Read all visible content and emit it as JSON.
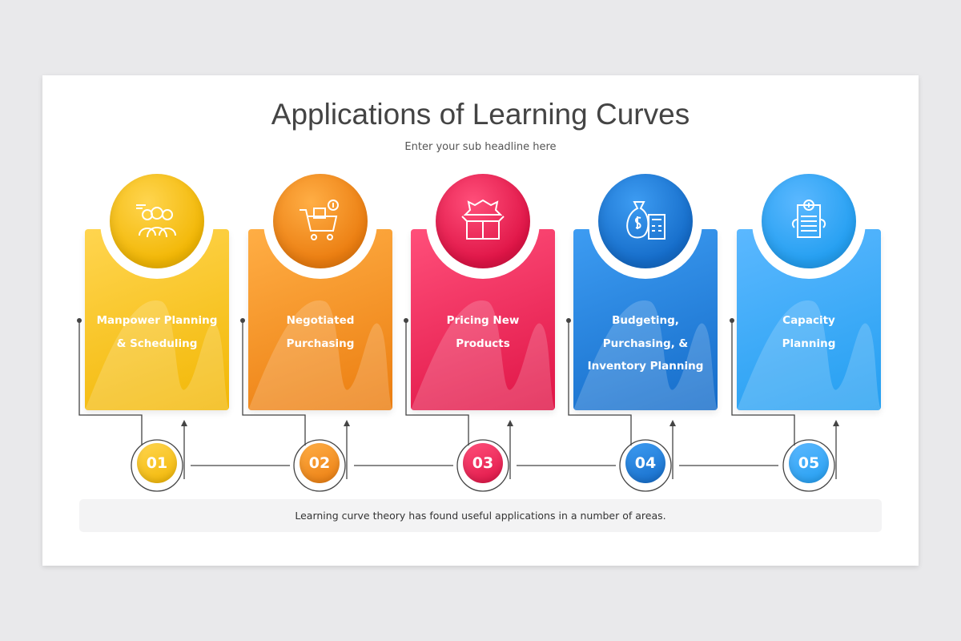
{
  "slide": {
    "title": "Applications of Learning Curves",
    "subtitle": "Enter your sub headline here",
    "footer": "Learning curve theory has found useful applications in a number of areas."
  },
  "steps": [
    {
      "number": "01",
      "line1": "Manpower Planning",
      "line2": "& Scheduling",
      "line3": "",
      "icon": "team-icon",
      "color": "#f4b400"
    },
    {
      "number": "02",
      "line1": "Negotiated",
      "line2": "Purchasing",
      "line3": "",
      "icon": "shopping-cart-icon",
      "color": "#f08a1c"
    },
    {
      "number": "03",
      "line1": "Pricing New",
      "line2": "Products",
      "line3": "",
      "icon": "new-product-box-icon",
      "color": "#e8204f"
    },
    {
      "number": "04",
      "line1": "Budgeting,",
      "line2": "Purchasing, &",
      "line3": "Inventory Planning",
      "icon": "money-calculator-icon",
      "color": "#1f7fdc"
    },
    {
      "number": "05",
      "line1": "Capacity",
      "line2": "Planning",
      "line3": "",
      "icon": "financial-report-icon",
      "color": "#2b9ff2"
    }
  ]
}
